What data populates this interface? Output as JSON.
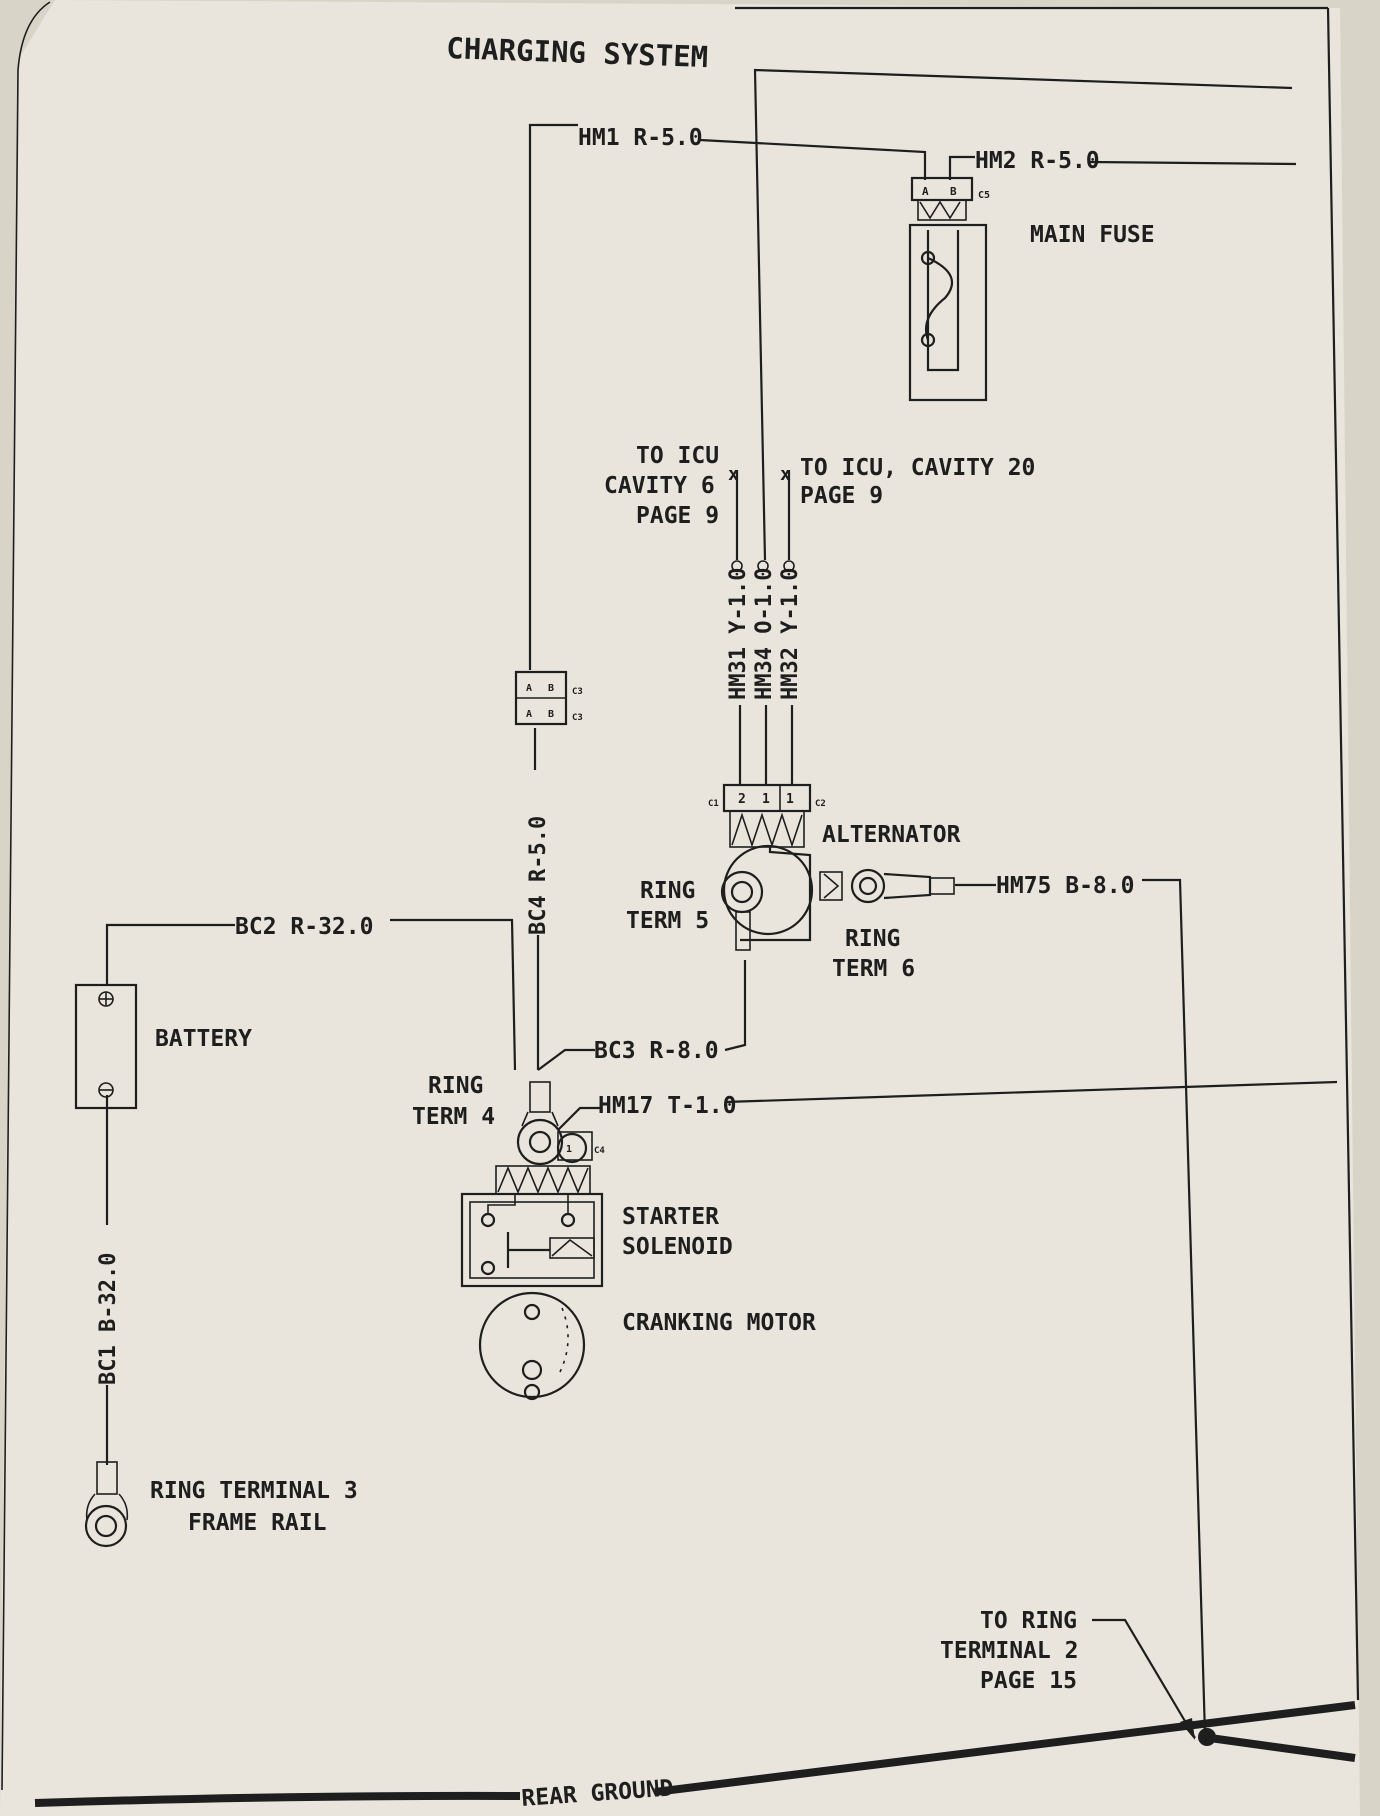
{
  "diagram": {
    "title": "CHARGING SYSTEM",
    "wires": {
      "hm1": "HM1 R-5.0",
      "hm2": "HM2 R-5.0",
      "hm31": "HM31 Y-1.0",
      "hm34": "HM34 O-1.0",
      "hm32": "HM32 Y-1.0",
      "hm75": "HM75 B-8.0",
      "bc2": "BC2 R-32.0",
      "bc4": "BC4 R-5.0",
      "bc3": "BC3 R-8.0",
      "hm17": "HM17 T-1.0",
      "bc1": "BC1 B-32.0"
    },
    "connectors": {
      "c5": "C5",
      "c3": "C3",
      "c2": "C2",
      "c1": "C1",
      "c4": "C4",
      "pin_a": "A",
      "pin_b": "B",
      "pin_1": "1",
      "pin_2": "2"
    },
    "components": {
      "main_fuse": "MAIN FUSE",
      "alternator": "ALTERNATOR",
      "battery": "BATTERY",
      "starter_solenoid_1": "STARTER",
      "starter_solenoid_2": "SOLENOID",
      "cranking_motor": "CRANKING MOTOR",
      "ring_term_5_1": "RING",
      "ring_term_5_2": "TERM 5",
      "ring_term_6_1": "RING",
      "ring_term_6_2": "TERM 6",
      "ring_term_4_1": "RING",
      "ring_term_4_2": "TERM 4",
      "ring_terminal_3_1": "RING TERMINAL 3",
      "ring_terminal_3_2": "FRAME RAIL"
    },
    "references": {
      "icu6_1": "TO ICU",
      "icu6_2": "CAVITY 6",
      "icu6_3": "PAGE 9",
      "icu20_1": "TO ICU, CAVITY 20",
      "icu20_2": "PAGE 9",
      "rt2_1": "TO RING",
      "rt2_2": "TERMINAL 2",
      "rt2_3": "PAGE 15"
    },
    "ground": "REAR GROUND"
  }
}
